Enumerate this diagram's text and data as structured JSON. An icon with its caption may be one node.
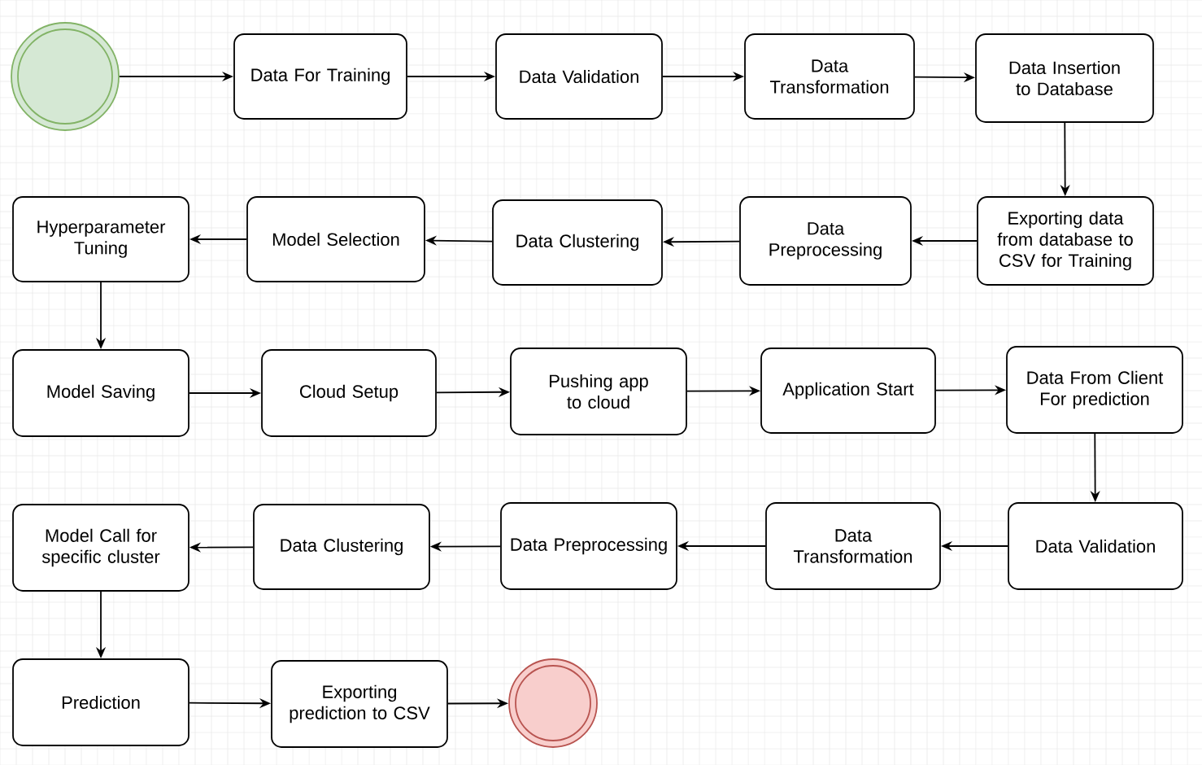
{
  "diagram": {
    "nodes": [
      {
        "text": [],
        "shape": "circle"
      },
      {
        "text": [
          "Data For Training"
        ]
      },
      {
        "text": [
          "Data Validation"
        ]
      },
      {
        "text": [
          "Data Transformation"
        ]
      },
      {
        "text": [
          "Data Insertion to Database"
        ]
      },
      {
        "text": [
          "Exporting data from database to CSV for Training"
        ]
      },
      {
        "text": [
          "Data Preprocessing"
        ]
      },
      {
        "text": [
          "Data Clustering"
        ]
      },
      {
        "text": [
          "Model Selection"
        ]
      },
      {
        "text": [
          "Hyperparameter Tuning"
        ]
      },
      {
        "text": [
          "Model Saving"
        ]
      },
      {
        "text": [
          "Cloud Setup"
        ]
      },
      {
        "text": [
          "Pushing app to cloud"
        ]
      },
      {
        "text": [
          "Application Start"
        ]
      },
      {
        "text": [
          "Data From Client For prediction"
        ]
      },
      {
        "text": [
          "Data Validation"
        ]
      },
      {
        "text": [
          "Data Transformation"
        ]
      },
      {
        "text": [
          "Data Preprocessing"
        ]
      },
      {
        "text": [
          "Data Clustering"
        ]
      },
      {
        "text": [
          "Model Call for specific cluster"
        ]
      },
      {
        "text": [
          "Prediction"
        ]
      },
      {
        "text": [
          "Exporting prediction to CSV"
        ]
      },
      {
        "text": [],
        "shape": "circle"
      }
    ],
    "edges": [
      {
        "from": 0,
        "to": 1,
        "arrow": "to"
      },
      {
        "from": 1,
        "to": 2,
        "arrow": "to"
      },
      {
        "from": 2,
        "to": 3,
        "arrow": "to"
      },
      {
        "from": 3,
        "to": 4,
        "arrow": "to"
      },
      {
        "from": 4,
        "to": 5,
        "arrow": "to"
      },
      {
        "from": 5,
        "to": 6,
        "arrow": "to"
      },
      {
        "from": 6,
        "to": 7,
        "arrow": "to"
      },
      {
        "from": 7,
        "to": 8,
        "arrow": "to"
      },
      {
        "from": 8,
        "to": 9,
        "arrow": "to"
      },
      {
        "from": 9,
        "to": 10,
        "arrow": "to"
      },
      {
        "from": 10,
        "to": 11,
        "arrow": "to"
      },
      {
        "from": 11,
        "to": 12,
        "arrow": "to"
      },
      {
        "from": 12,
        "to": 13,
        "arrow": "to"
      },
      {
        "from": 13,
        "to": 14,
        "arrow": "to"
      },
      {
        "from": 14,
        "to": 15,
        "arrow": "to"
      },
      {
        "from": 15,
        "to": 16,
        "arrow": "to"
      },
      {
        "from": 16,
        "to": 17,
        "arrow": "to"
      },
      {
        "from": 17,
        "to": 18,
        "arrow": "to"
      },
      {
        "from": 18,
        "to": 19,
        "arrow": "to"
      },
      {
        "from": 19,
        "to": 20,
        "arrow": "to"
      },
      {
        "from": 20,
        "to": 21,
        "arrow": "to"
      },
      {
        "from": 21,
        "to": 22,
        "arrow": "to"
      }
    ]
  }
}
